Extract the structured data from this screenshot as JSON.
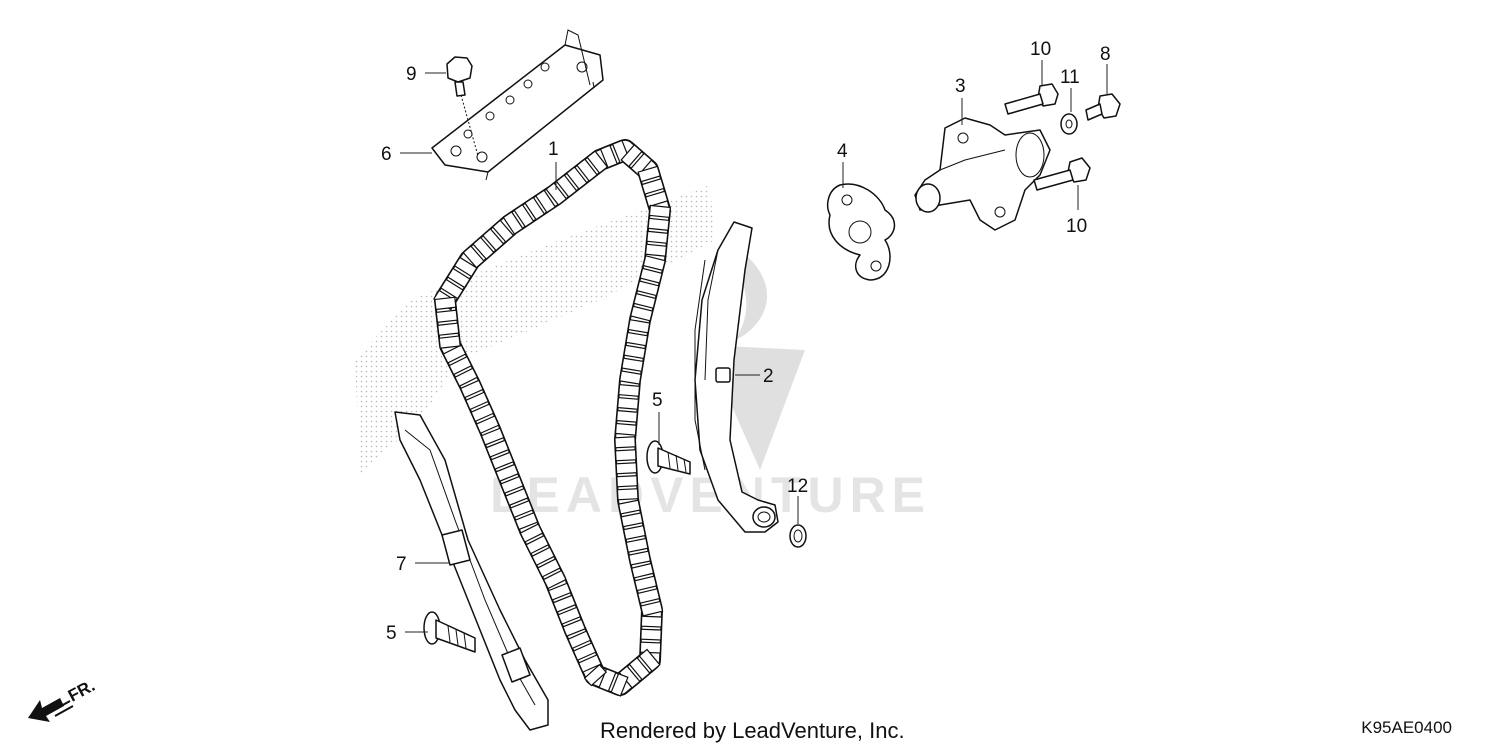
{
  "diagram": {
    "callouts": [
      {
        "label": "1"
      },
      {
        "label": "2"
      },
      {
        "label": "3"
      },
      {
        "label": "4"
      },
      {
        "label": "5"
      },
      {
        "label": "5"
      },
      {
        "label": "6"
      },
      {
        "label": "7"
      },
      {
        "label": "8"
      },
      {
        "label": "9"
      },
      {
        "label": "10"
      },
      {
        "label": "10"
      },
      {
        "label": "11"
      },
      {
        "label": "12"
      }
    ],
    "direction_marker": "FR.",
    "watermark": "LEADVENTURE"
  },
  "footer": {
    "credit": "Rendered by LeadVenture, Inc.",
    "code": "K95AE0400"
  }
}
